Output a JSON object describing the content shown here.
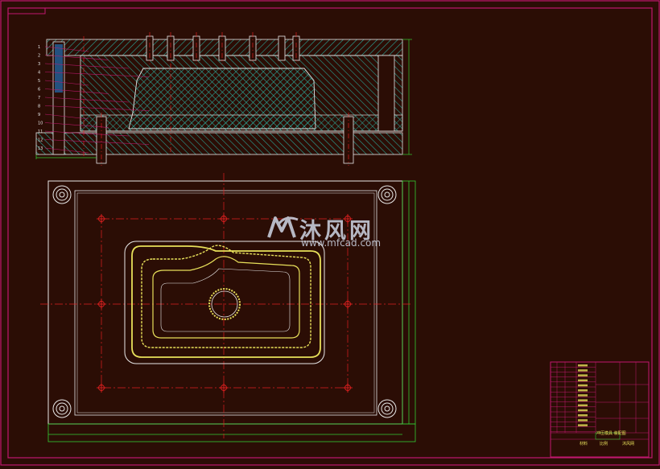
{
  "colors": {
    "background": "#2b0d05",
    "frame": "#c0186e",
    "hatch": "#2aa89a",
    "outline": "#e8e8e8",
    "centerline": "#e02020",
    "cavity": "#e8e05a",
    "dimension": "#33cc33"
  },
  "watermark": {
    "brand_cn": "沐风网",
    "url": "www.mfcad.com",
    "logo_icon": "mf-logo-icon"
  },
  "section_view": {
    "balloons": [
      "1",
      "2",
      "3",
      "4",
      "5",
      "6",
      "7",
      "8",
      "9",
      "10",
      "11",
      "12",
      "13"
    ]
  },
  "title_block": {
    "drawing_name": "冲压模具 装配图",
    "material_label": "材料",
    "scale_label": "比例",
    "company": "沐风网"
  }
}
